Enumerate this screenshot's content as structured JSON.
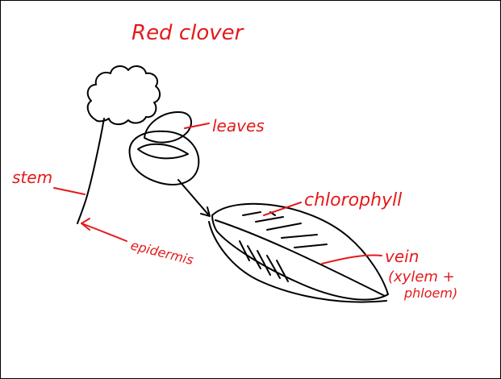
{
  "diagram": {
    "title": "Red clover",
    "labels": {
      "stem": "stem",
      "leaves": "leaves",
      "chlorophyll": "chlorophyll",
      "epidermis": "epidermis",
      "vein": "vein",
      "vein_detail_1": "(xylem +",
      "vein_detail_2": "phloem)"
    },
    "colors": {
      "ink": "#000000",
      "annotation": "#e41a1a"
    }
  }
}
